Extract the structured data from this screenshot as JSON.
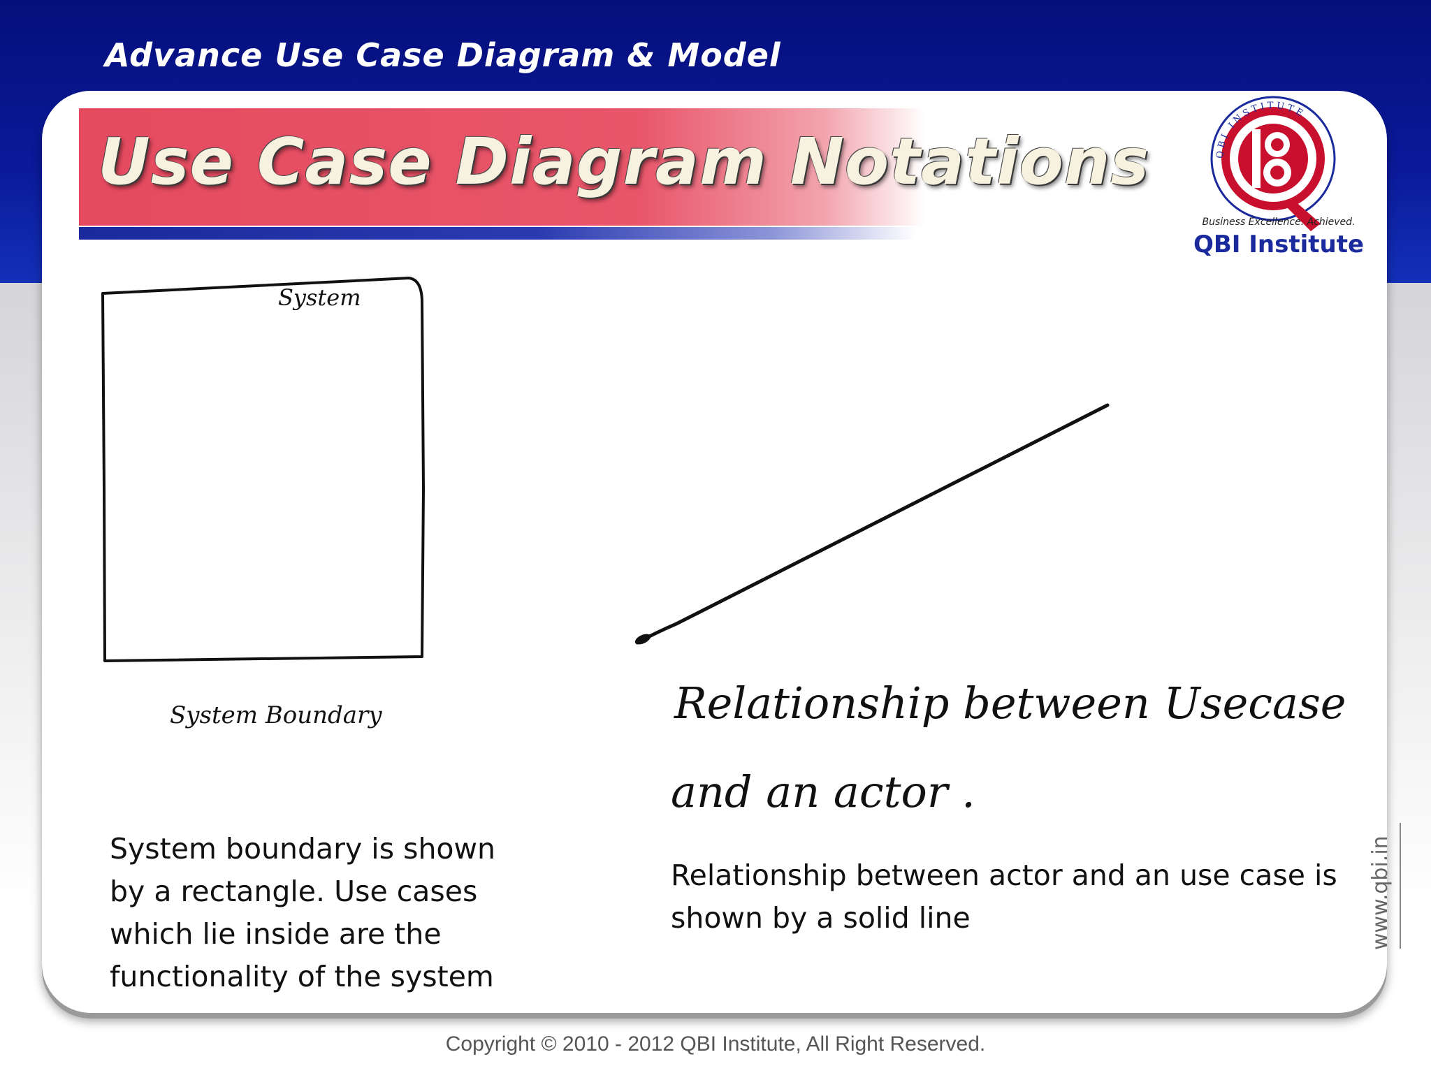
{
  "header": {
    "course_title": "Advance Use Case Diagram & Model"
  },
  "slide": {
    "title": "Use Case Diagram Notations"
  },
  "logo": {
    "ring_text": "QBI INSTITUTE",
    "tagline": "Business Excellence. Achieved.",
    "name": "QBI Institute"
  },
  "sketch": {
    "system_label": "System",
    "boundary_label": "System Boundary",
    "relationship_line1": "Relationship between Usecase",
    "relationship_line2": "and an actor ."
  },
  "captions": {
    "left": "System boundary is shown by a rectangle. Use cases which lie inside are the functionality of the system",
    "right": "Relationship between actor and an use case is shown by a solid line"
  },
  "side_url": "www.qbi.in",
  "copyright": "Copyright © 2010 - 2012 QBI Institute,  All Right Reserved."
}
